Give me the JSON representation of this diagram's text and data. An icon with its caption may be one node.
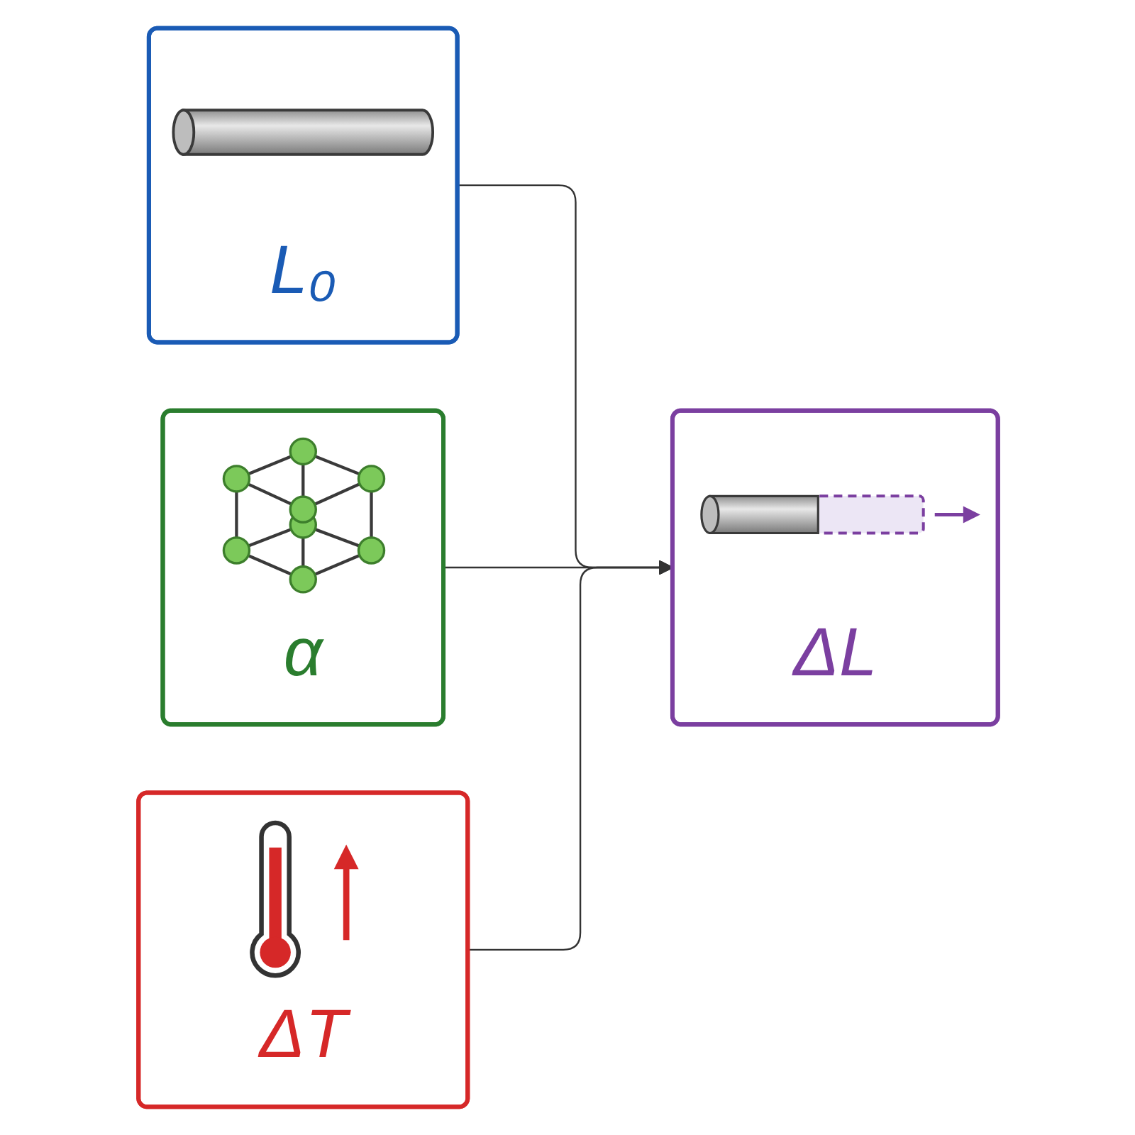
{
  "diagram": {
    "nodes": [
      {
        "text": [
          "L₀"
        ]
      },
      {
        "text": [
          "α"
        ]
      },
      {
        "text": [
          "ΔT"
        ]
      },
      {
        "text": [
          "ΔL"
        ]
      }
    ],
    "edges": [
      {
        "from": 0,
        "to": 3,
        "arrow": "to"
      },
      {
        "from": 1,
        "to": 3,
        "arrow": "to"
      },
      {
        "from": 2,
        "to": 3,
        "arrow": "to"
      }
    ]
  }
}
